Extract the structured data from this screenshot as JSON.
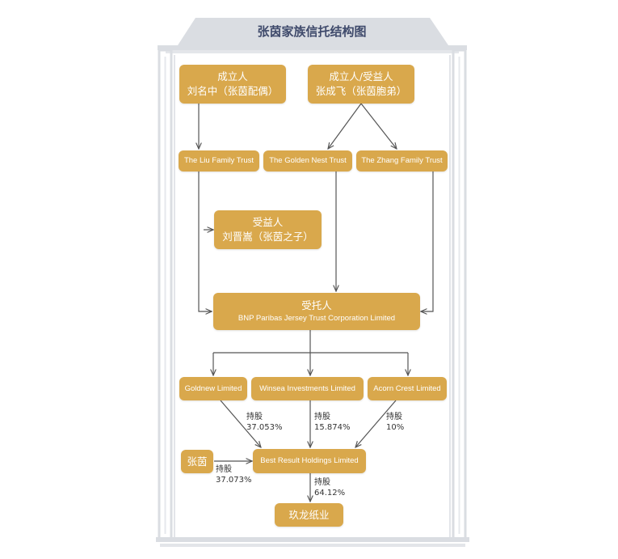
{
  "title": "张茵家族信托结构图",
  "nodes": {
    "settlor_liu": {
      "line1": "成立人",
      "line2": "刘名中（张茵配偶）"
    },
    "settlor_zhang": {
      "line1": "成立人/受益人",
      "line2": "张成飞（张茵胞弟）"
    },
    "liu_trust": "The Liu Family Trust",
    "golden_nest": "The Golden Nest Trust",
    "zhang_trust": "The Zhang Family Trust",
    "beneficiary": {
      "line1": "受益人",
      "line2": "刘晋嵩（张茵之子）"
    },
    "trustee": {
      "line1": "受托人",
      "line2": "BNP Paribas Jersey Trust Corporation Limited"
    },
    "goldnew": "Goldnew Limited",
    "winsea": "Winsea Investments Limited",
    "acorn": "Acorn Crest Limited",
    "zhang_yin": "张茵",
    "best_result": "Best Result Holdings Limited",
    "nine_dragons": "玖龙纸业"
  },
  "edges": {
    "goldnew_label": {
      "l1": "持股",
      "l2": "37.053%"
    },
    "winsea_label": {
      "l1": "持股",
      "l2": "15.874%"
    },
    "acorn_label": {
      "l1": "持股",
      "l2": "10%"
    },
    "zhangyin_label": {
      "l1": "持股",
      "l2": "37.073%"
    },
    "best_label": {
      "l1": "持股",
      "l2": "64.12%"
    }
  },
  "colors": {
    "box": "#d9a84c",
    "frame": "#dadde2",
    "arrow": "#555555",
    "title_text": "#3f4a6b"
  }
}
